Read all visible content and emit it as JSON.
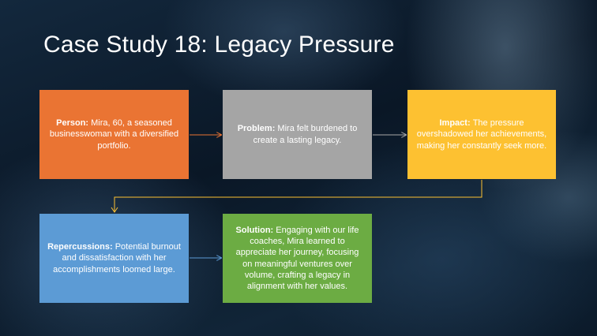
{
  "slide": {
    "title": "Case Study 18: Legacy Pressure"
  },
  "boxes": {
    "person": {
      "label": "Person:",
      "text": "Mira, 60, a seasoned businesswoman with a diversified portfolio."
    },
    "problem": {
      "label": "Problem:",
      "text": "Mira felt burdened to create a lasting legacy."
    },
    "impact": {
      "label": "Impact:",
      "text": "The pressure overshadowed her achievements, making her constantly seek more."
    },
    "repercussions": {
      "label": "Repercussions:",
      "text": "Potential burnout and dissatisfaction with her accomplishments loomed large."
    },
    "solution": {
      "label": "Solution:",
      "text": "Engaging with our life coaches, Mira learned to appreciate her journey, focusing on meaningful ventures over volume, crafting a legacy in alignment with her values."
    }
  },
  "colors": {
    "person": "#ea7433",
    "problem": "#a5a5a5",
    "impact": "#fdc131",
    "repercussions": "#5c9bd5",
    "solution": "#6cac43"
  }
}
